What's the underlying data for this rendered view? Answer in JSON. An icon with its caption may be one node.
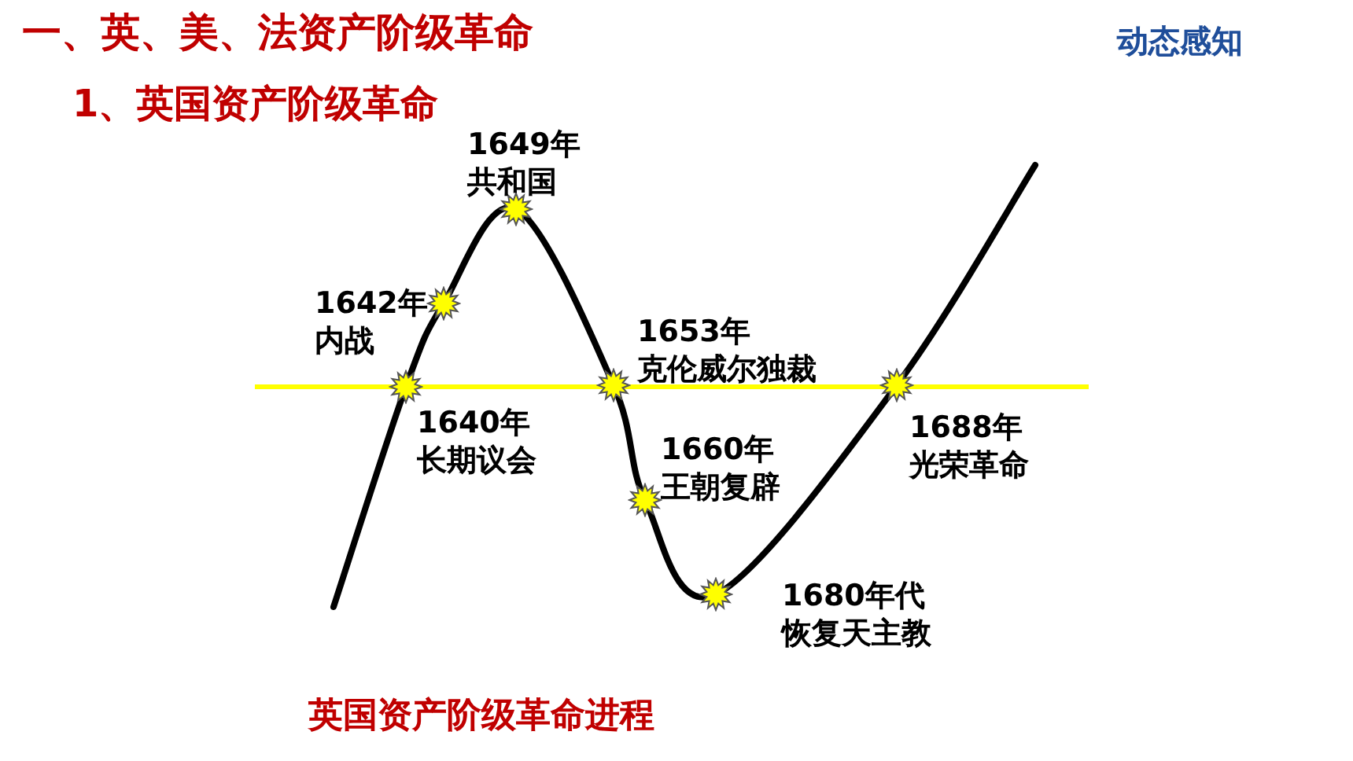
{
  "diagram": {
    "title": "一、英、美、法资产阶级革命",
    "caption": "英国资产阶级革命进程",
    "nodes": [
      {
        "text": [
          "1640年",
          "长期议会"
        ]
      },
      {
        "text": [
          "1642年",
          "内战"
        ]
      },
      {
        "text": [
          "1649年",
          "共和国"
        ]
      },
      {
        "text": [
          "1653年",
          "克伦威尔独裁"
        ]
      },
      {
        "text": [
          "1660年",
          "王朝复辟"
        ]
      },
      {
        "text": [
          "1680年代",
          "恢复天主教"
        ]
      },
      {
        "text": [
          "1688年",
          "光荣革命"
        ]
      }
    ],
    "labels": [
      "1、英国资产阶级革命",
      "动态感知"
    ]
  }
}
